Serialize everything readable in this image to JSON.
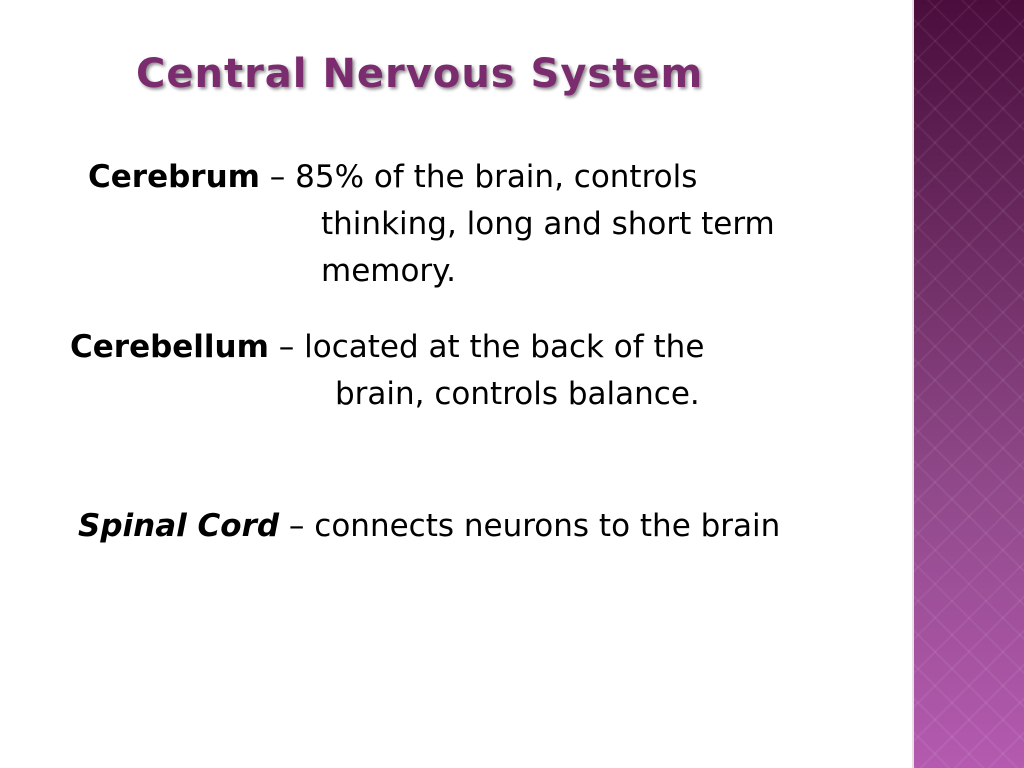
{
  "slide": {
    "title": "Central Nervous System",
    "items": [
      {
        "term": "Cerebrum",
        "separator": " – ",
        "lines": [
          "85% of the brain, controls",
          "thinking, long and short term",
          "memory."
        ]
      },
      {
        "term": "Cerebellum",
        "separator": " – ",
        "lines": [
          "located at the back of the",
          "brain, controls balance."
        ]
      },
      {
        "term": "Spinal Cord",
        "separator": " – ",
        "lines": [
          "connects neurons to the brain"
        ]
      }
    ]
  },
  "theme": {
    "title_color": "#7b2c6e",
    "band_top_color": "#4a0d3c",
    "band_bottom_color": "#b45ab0",
    "text_color": "#000000"
  }
}
